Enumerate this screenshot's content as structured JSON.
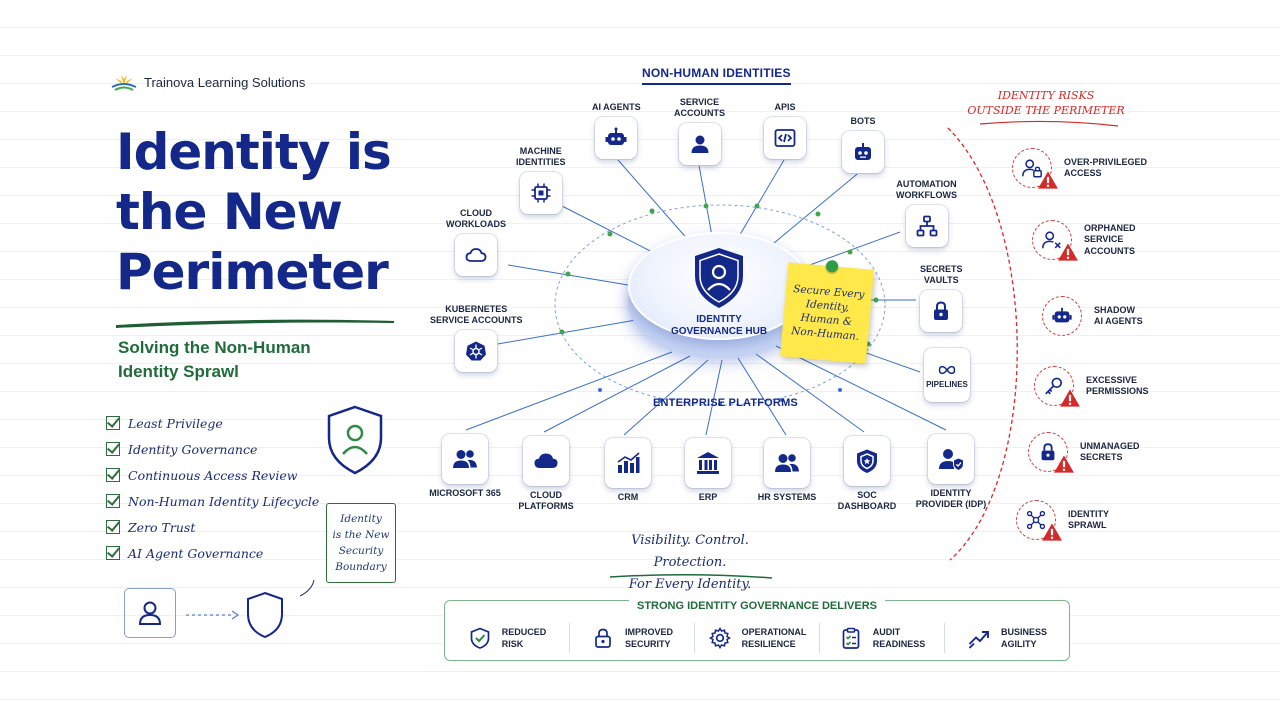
{
  "brand": {
    "name": "Trainova Learning Solutions",
    "icon": "sunrise-logo-icon"
  },
  "title": {
    "line1": "Identity is",
    "line2": "the New",
    "line3": "Perimeter"
  },
  "subtitle": {
    "line1": "Solving the Non-Human",
    "line2": "Identity Sprawl"
  },
  "checklist": [
    "Least Privilege",
    "Identity Governance",
    "Continuous Access Review",
    "Non-Human Identity Lifecycle",
    "Zero Trust",
    "AI Agent Governance"
  ],
  "side_note": {
    "line1": "Identity",
    "line2": "is the New",
    "line3": "Security",
    "line4": "Boundary"
  },
  "non_human_identities": {
    "title": "NON-HUMAN IDENTITIES",
    "nodes": [
      {
        "label": "AI AGENTS",
        "icon": "robot-icon"
      },
      {
        "label1": "SERVICE",
        "label2": "ACCOUNTS",
        "icon": "user-icon"
      },
      {
        "label": "APIS",
        "icon": "code-icon"
      },
      {
        "label": "BOTS",
        "icon": "bot-icon"
      },
      {
        "label1": "MACHINE",
        "label2": "IDENTITIES",
        "icon": "chip-icon"
      },
      {
        "label1": "AUTOMATION",
        "label2": "WORKFLOWS",
        "icon": "workflow-icon"
      },
      {
        "label1": "CLOUD",
        "label2": "WORKLOADS",
        "icon": "cloud-icon"
      },
      {
        "label1": "SECRETS",
        "label2": "VAULTS",
        "icon": "lock-icon"
      },
      {
        "label1": "KUBERNETES",
        "label2": "SERVICE ACCOUNTS",
        "icon": "kubernetes-icon"
      },
      {
        "label": "PIPELINES",
        "icon": "infinity-icon"
      }
    ]
  },
  "hub": {
    "line1": "IDENTITY",
    "line2": "GOVERNANCE HUB",
    "icon": "shield-user-icon"
  },
  "sticky_note": {
    "line1": "Secure Every",
    "line2": "Identity,",
    "line3": "Human &",
    "line4": "Non-Human."
  },
  "enterprise_platforms": {
    "title": "ENTERPRISE PLATFORMS",
    "nodes": [
      {
        "label": "MICROSOFT 365",
        "icon": "users-icon"
      },
      {
        "label1": "CLOUD",
        "label2": "PLATFORMS",
        "icon": "cloud-icon"
      },
      {
        "label": "CRM",
        "icon": "bar-chart-icon"
      },
      {
        "label": "ERP",
        "icon": "bank-icon"
      },
      {
        "label": "HR SYSTEMS",
        "icon": "users-icon"
      },
      {
        "label1": "SOC",
        "label2": "DASHBOARD",
        "icon": "shield-icon"
      },
      {
        "label1": "IDENTITY",
        "label2": "PROVIDER (IDP)",
        "icon": "user-shield-icon"
      }
    ]
  },
  "tagline": {
    "line1": "Visibility. Control. Protection.",
    "line2": "For Every Identity."
  },
  "benefits": {
    "title": "STRONG IDENTITY GOVERNANCE DELIVERS",
    "items": [
      {
        "line1": "REDUCED",
        "line2": "RISK",
        "icon": "shield-check-icon"
      },
      {
        "line1": "IMPROVED",
        "line2": "SECURITY",
        "icon": "lock-icon"
      },
      {
        "line1": "OPERATIONAL",
        "line2": "RESILIENCE",
        "icon": "gear-icon"
      },
      {
        "line1": "AUDIT",
        "line2": "READINESS",
        "icon": "clipboard-check-icon"
      },
      {
        "line1": "BUSINESS",
        "line2": "AGILITY",
        "icon": "trend-up-icon"
      }
    ]
  },
  "risks": {
    "title1": "IDENTITY RISKS",
    "title2": "OUTSIDE THE PERIMETER",
    "items": [
      {
        "line1": "OVER-PRIVILEGED",
        "line2": "ACCESS",
        "line3": "",
        "icon": "user-lock-icon"
      },
      {
        "line1": "ORPHANED",
        "line2": "SERVICE",
        "line3": "ACCOUNTS",
        "icon": "user-x-icon"
      },
      {
        "line1": "SHADOW",
        "line2": "AI AGENTS",
        "line3": "",
        "icon": "robot-icon"
      },
      {
        "line1": "EXCESSIVE",
        "line2": "PERMISSIONS",
        "line3": "",
        "icon": "key-icon"
      },
      {
        "line1": "UNMANAGED",
        "line2": "SECRETS",
        "line3": "",
        "icon": "lock-icon"
      },
      {
        "line1": "IDENTITY",
        "line2": "SPRAWL",
        "line3": "",
        "icon": "network-icon"
      }
    ]
  },
  "colors": {
    "navy": "#14288a",
    "green": "#1f6b3a",
    "red": "#d42a2a",
    "sticky": "#ffe94a"
  }
}
